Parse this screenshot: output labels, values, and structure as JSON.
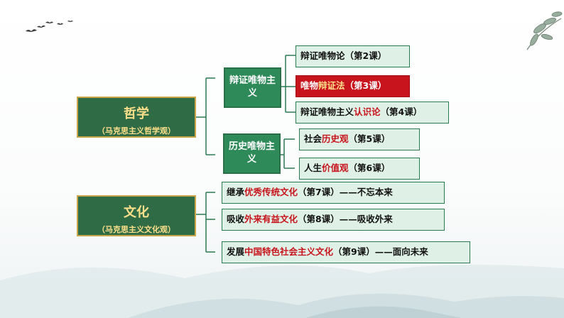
{
  "root_nodes": [
    {
      "title": "哲学",
      "subtitle": "（马克思主义哲学观）"
    },
    {
      "title": "文化",
      "subtitle": "（马克思主义文化观）"
    }
  ],
  "mid_nodes": [
    {
      "label": "辩证唯物主义"
    },
    {
      "label": "历史唯物主义"
    }
  ],
  "leaves": [
    {
      "pre": "辩证唯物论（第2课）",
      "hl": "",
      "post": ""
    },
    {
      "pre": "唯物",
      "hl": "辩证法",
      "post": "（第3课）"
    },
    {
      "pre": "辩证唯物主义",
      "hl": "认识论",
      "post": "（第4课）"
    },
    {
      "pre": "社会",
      "hl": "历史观",
      "post": "（第5课）"
    },
    {
      "pre": "人生",
      "hl": "价值观",
      "post": "（第6课）"
    },
    {
      "pre": "继承",
      "hl": "优秀传统文化",
      "post": "（第7课）——不忘本来"
    },
    {
      "pre": "吸收",
      "hl": "外来有益文化",
      "post": "（第8课）——吸收外来"
    },
    {
      "pre": "发展",
      "hl": "中国特色社会主义文化",
      "post": "（第9课）——面向未来"
    }
  ],
  "colors": {
    "root_bg": "#2f6b45",
    "mid_bg": "#2f8a5a",
    "leaf_bg": "#dff1e6",
    "highlight": "#c8141c",
    "line": "#2a7a50"
  }
}
